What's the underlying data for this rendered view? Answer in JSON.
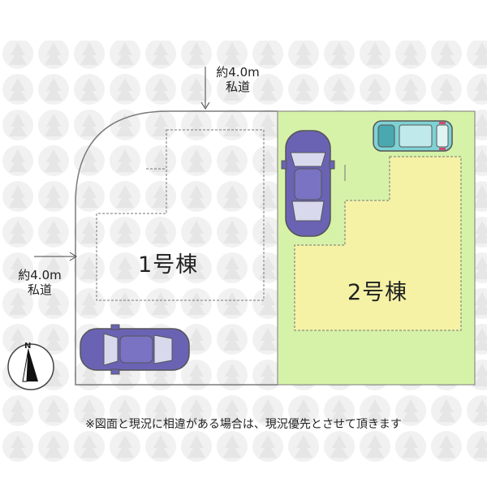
{
  "roads": {
    "top": {
      "line1": "約4.0m",
      "line2": "私道"
    },
    "left": {
      "line1": "約4.0m",
      "line2": "私道"
    }
  },
  "lots": {
    "lot1": {
      "label": "1号棟"
    },
    "lot2": {
      "label": "2号棟",
      "fill_color": "#d6f2a8",
      "building_color": "#f5f2a6"
    }
  },
  "compass": {
    "letter": "N"
  },
  "note": "※図面と現況に相違がある場合は、現況優先とさせて頂きます",
  "colors": {
    "car_body": "#6a63b4",
    "car_cyan": "#7fd2d4",
    "outline": "#6f6f6f"
  }
}
